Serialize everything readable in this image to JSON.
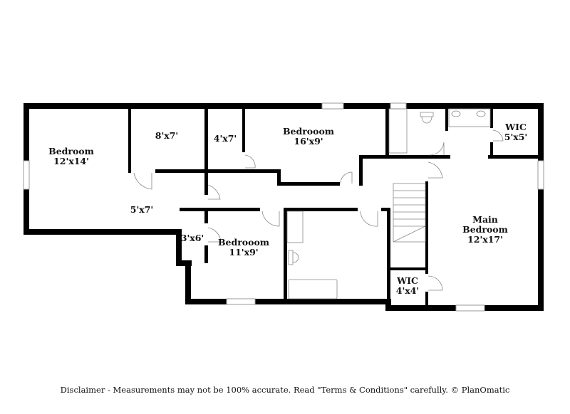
{
  "rooms": [
    {
      "name": "Bedroom",
      "size": "12'x14'"
    },
    {
      "name": "",
      "size": "8'x7'"
    },
    {
      "name": "",
      "size": "4'x7'"
    },
    {
      "name": "Bedrooom",
      "size": "16'x9'"
    },
    {
      "name": "WIC",
      "size": "5'x5'"
    },
    {
      "name": "",
      "size": "5'x7'"
    },
    {
      "name": "",
      "size": "3'x6'"
    },
    {
      "name": "Bedrooom",
      "size": "11'x9'"
    },
    {
      "name": "Main Bedroom",
      "size": "12'x17'"
    },
    {
      "name": "WIC",
      "size": "4'x4'"
    }
  ],
  "disclaimer": "Disclaimer - Measurements may not be 100% accurate. Read \"Terms & Conditions\" carefully. © PlanOmatic"
}
